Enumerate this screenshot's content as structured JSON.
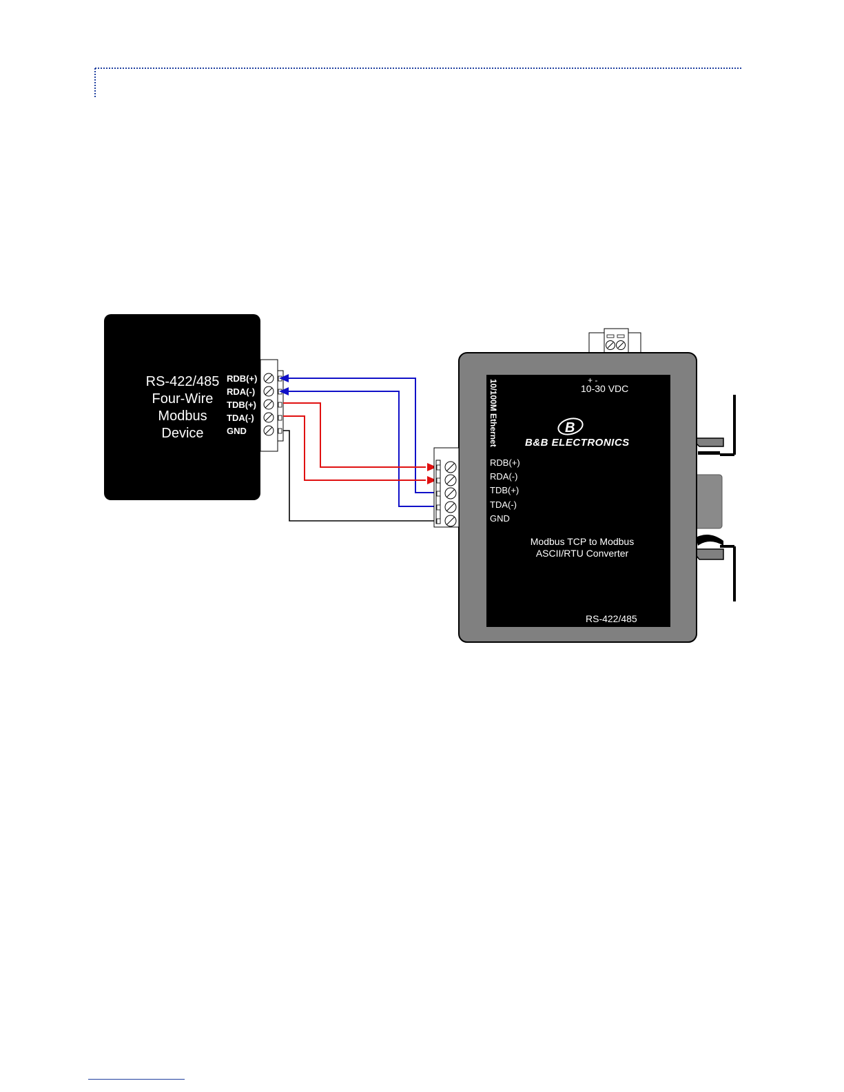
{
  "device": {
    "title_lines": [
      "RS-422/485",
      "Four-Wire",
      "Modbus",
      "Device"
    ],
    "terminals": [
      "RDB(+)",
      "RDA(-)",
      "TDB(+)",
      "TDA(-)",
      "GND"
    ]
  },
  "converter": {
    "vertical_label": "10/100M Ethernet",
    "power_polarity": "+  -",
    "power_label": "10-30 VDC",
    "brand_logo": "B&B ELECTRONICS",
    "terminals": [
      "RDB(+)",
      "RDA(-)",
      "TDB(+)",
      "TDA(-)",
      "GND"
    ],
    "description_lines": [
      "Modbus TCP to Modbus",
      "ASCII/RTU Converter"
    ],
    "bottom_label": "RS-422/485"
  },
  "wires": [
    {
      "from": "RDB(+)",
      "to": "TDB(+)",
      "color": "#1010c8"
    },
    {
      "from": "RDA(-)",
      "to": "TDA(-)",
      "color": "#1010c8"
    },
    {
      "from": "TDB(+)",
      "to": "RDB(+)",
      "color": "#e01010"
    },
    {
      "from": "TDA(-)",
      "to": "RDA(-)",
      "color": "#e01010"
    },
    {
      "from": "GND",
      "to": "GND",
      "color": "#000000"
    }
  ],
  "colors": {
    "header_rule": "#1f3f9f",
    "device_body": "#000000",
    "converter_frame": "#808080",
    "converter_panel": "#000000"
  }
}
